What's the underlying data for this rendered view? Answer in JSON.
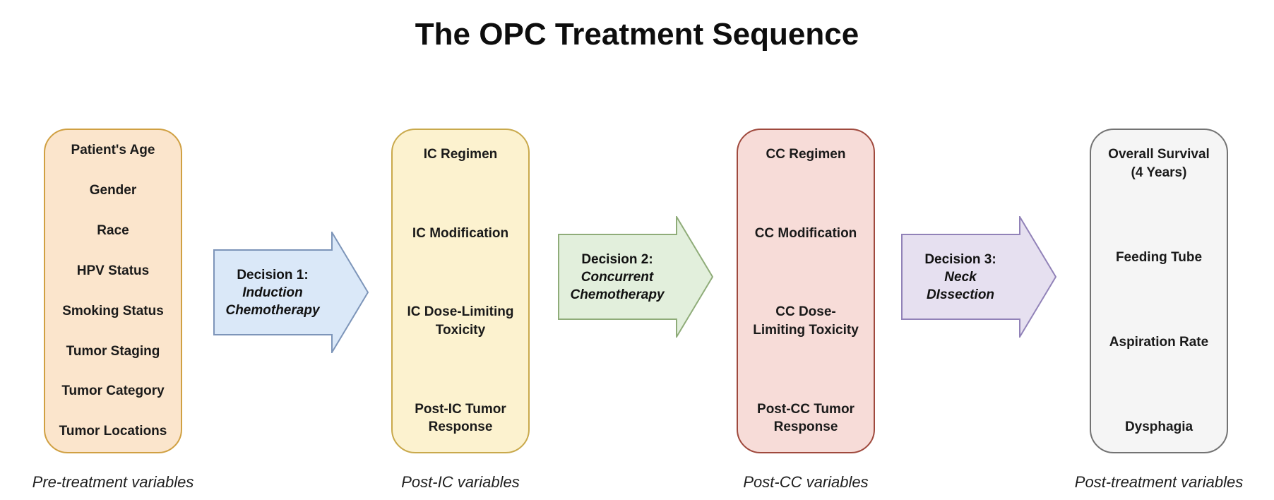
{
  "title": "The OPC Treatment Sequence",
  "background": "#FFFFFF",
  "text_color": "#1A1A1A",
  "columns": [
    {
      "caption": "Pre-treatment variables",
      "fill": "#FBE5CC",
      "stroke": "#D0A042",
      "items": [
        "Patient's Age",
        "Gender",
        "Race",
        "HPV Status",
        "Smoking Status",
        "Tumor Staging",
        "Tumor Category",
        "Tumor Locations"
      ]
    },
    {
      "caption": "Post-IC variables",
      "fill": "#FCF2CF",
      "stroke": "#C9A94C",
      "items": [
        "IC Regimen",
        "IC Modification",
        "IC Dose-Limiting\nToxicity",
        "Post-IC Tumor\nResponse"
      ]
    },
    {
      "caption": "Post-CC variables",
      "fill": "#F7DCD8",
      "stroke": "#9F493D",
      "items": [
        "CC Regimen",
        "CC Modification",
        "CC Dose-\nLimiting Toxicity",
        "Post-CC Tumor\nResponse"
      ]
    },
    {
      "caption": "Post-treatment variables",
      "fill": "#F5F5F5",
      "stroke": "#737373",
      "items": [
        "Overall Survival\n(4 Years)",
        "Feeding Tube",
        "Aspiration Rate",
        "Dysphagia"
      ]
    }
  ],
  "arrows": [
    {
      "label": "Decision 1:",
      "sublabel": "Induction\nChemotherapy",
      "fill": "#DAE8F8",
      "stroke": "#7D95B9"
    },
    {
      "label": "Decision 2:",
      "sublabel": "Concurrent\nChemotherapy",
      "fill": "#E2EFDC",
      "stroke": "#8FAC79"
    },
    {
      "label": "Decision 3:",
      "sublabel": "Neck\nDIssection",
      "fill": "#E6E0F0",
      "stroke": "#9182B8"
    }
  ]
}
